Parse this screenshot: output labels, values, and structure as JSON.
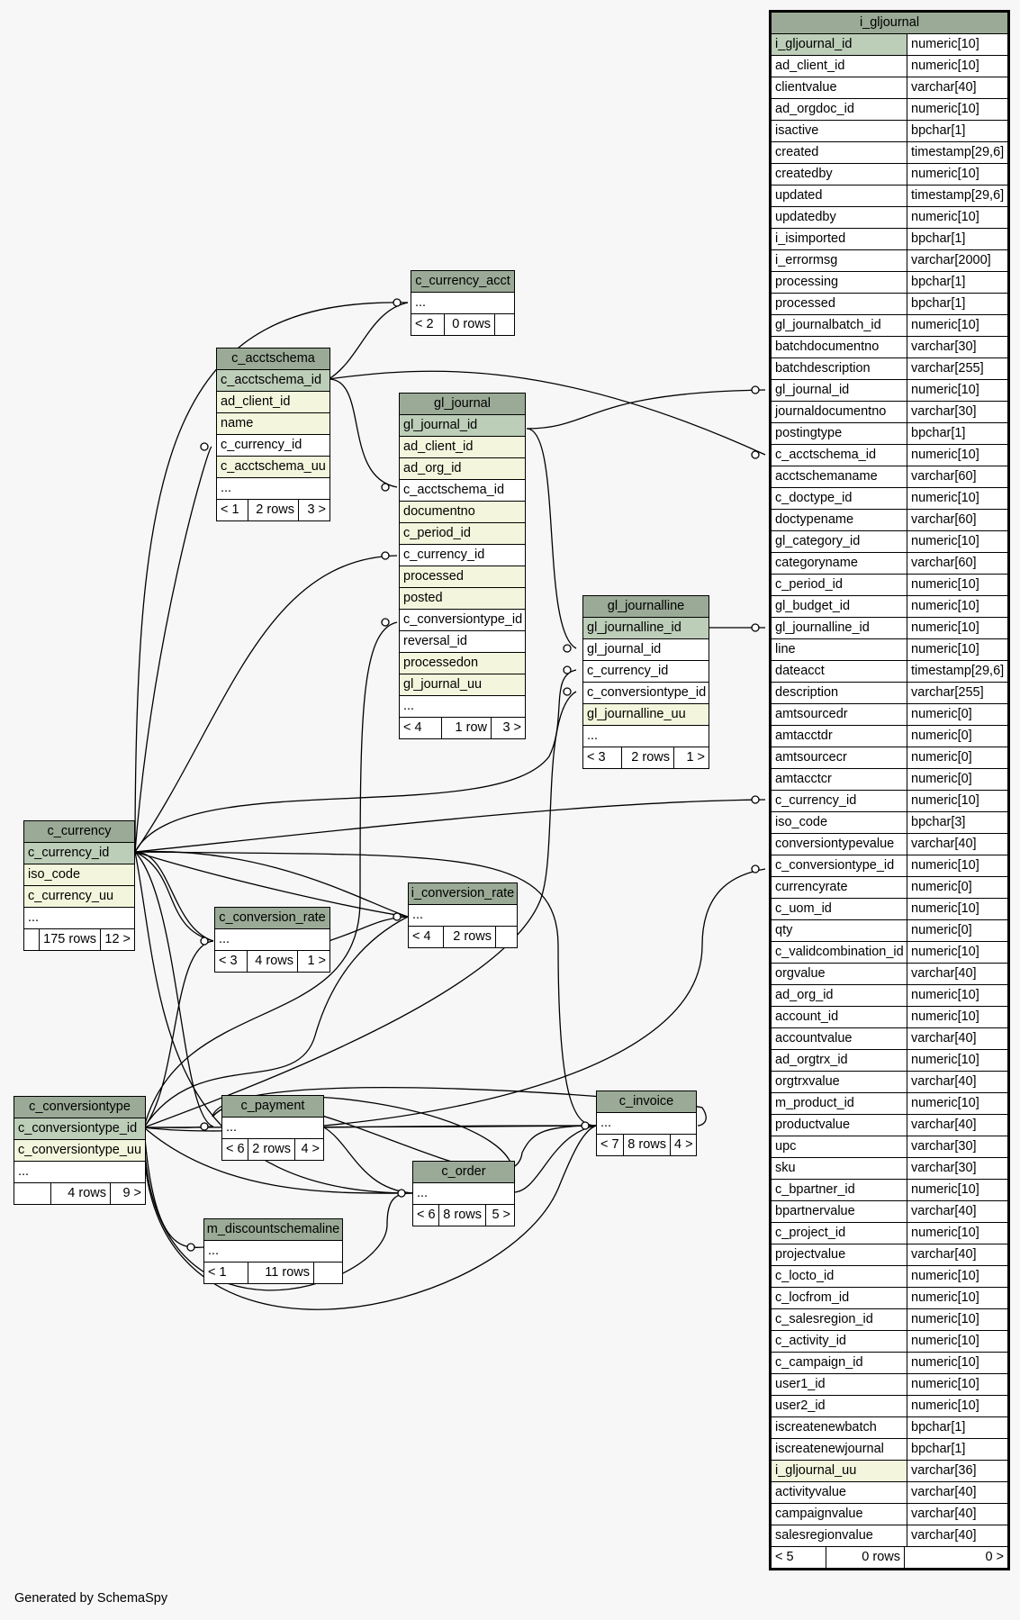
{
  "footer": "Generated by SchemaSpy",
  "colors": {
    "header": "#9aaa96",
    "primary_key": "#bccdb8",
    "indexed": "#f3f6dc",
    "background": "#f7f7f7"
  },
  "tables": {
    "i_gljournal": {
      "name": "i_gljournal",
      "columns": [
        {
          "name": "i_gljournal_id",
          "type": "numeric[10]",
          "kind": "pk"
        },
        {
          "name": "ad_client_id",
          "type": "numeric[10]",
          "kind": "pl"
        },
        {
          "name": "clientvalue",
          "type": "varchar[40]",
          "kind": "pl"
        },
        {
          "name": "ad_orgdoc_id",
          "type": "numeric[10]",
          "kind": "pl"
        },
        {
          "name": "isactive",
          "type": "bpchar[1]",
          "kind": "pl"
        },
        {
          "name": "created",
          "type": "timestamp[29,6]",
          "kind": "pl"
        },
        {
          "name": "createdby",
          "type": "numeric[10]",
          "kind": "pl"
        },
        {
          "name": "updated",
          "type": "timestamp[29,6]",
          "kind": "pl"
        },
        {
          "name": "updatedby",
          "type": "numeric[10]",
          "kind": "pl"
        },
        {
          "name": "i_isimported",
          "type": "bpchar[1]",
          "kind": "pl"
        },
        {
          "name": "i_errormsg",
          "type": "varchar[2000]",
          "kind": "pl"
        },
        {
          "name": "processing",
          "type": "bpchar[1]",
          "kind": "pl"
        },
        {
          "name": "processed",
          "type": "bpchar[1]",
          "kind": "pl"
        },
        {
          "name": "gl_journalbatch_id",
          "type": "numeric[10]",
          "kind": "pl"
        },
        {
          "name": "batchdocumentno",
          "type": "varchar[30]",
          "kind": "pl"
        },
        {
          "name": "batchdescription",
          "type": "varchar[255]",
          "kind": "pl"
        },
        {
          "name": "gl_journal_id",
          "type": "numeric[10]",
          "kind": "fk"
        },
        {
          "name": "journaldocumentno",
          "type": "varchar[30]",
          "kind": "pl"
        },
        {
          "name": "postingtype",
          "type": "bpchar[1]",
          "kind": "pl"
        },
        {
          "name": "c_acctschema_id",
          "type": "numeric[10]",
          "kind": "fk"
        },
        {
          "name": "acctschemaname",
          "type": "varchar[60]",
          "kind": "pl"
        },
        {
          "name": "c_doctype_id",
          "type": "numeric[10]",
          "kind": "pl"
        },
        {
          "name": "doctypename",
          "type": "varchar[60]",
          "kind": "pl"
        },
        {
          "name": "gl_category_id",
          "type": "numeric[10]",
          "kind": "pl"
        },
        {
          "name": "categoryname",
          "type": "varchar[60]",
          "kind": "pl"
        },
        {
          "name": "c_period_id",
          "type": "numeric[10]",
          "kind": "pl"
        },
        {
          "name": "gl_budget_id",
          "type": "numeric[10]",
          "kind": "pl"
        },
        {
          "name": "gl_journalline_id",
          "type": "numeric[10]",
          "kind": "fk"
        },
        {
          "name": "line",
          "type": "numeric[10]",
          "kind": "pl"
        },
        {
          "name": "dateacct",
          "type": "timestamp[29,6]",
          "kind": "pl"
        },
        {
          "name": "description",
          "type": "varchar[255]",
          "kind": "pl"
        },
        {
          "name": "amtsourcedr",
          "type": "numeric[0]",
          "kind": "pl"
        },
        {
          "name": "amtacctdr",
          "type": "numeric[0]",
          "kind": "pl"
        },
        {
          "name": "amtsourcecr",
          "type": "numeric[0]",
          "kind": "pl"
        },
        {
          "name": "amtacctcr",
          "type": "numeric[0]",
          "kind": "pl"
        },
        {
          "name": "c_currency_id",
          "type": "numeric[10]",
          "kind": "fk"
        },
        {
          "name": "iso_code",
          "type": "bpchar[3]",
          "kind": "pl"
        },
        {
          "name": "conversiontypevalue",
          "type": "varchar[40]",
          "kind": "pl"
        },
        {
          "name": "c_conversiontype_id",
          "type": "numeric[10]",
          "kind": "fk"
        },
        {
          "name": "currencyrate",
          "type": "numeric[0]",
          "kind": "pl"
        },
        {
          "name": "c_uom_id",
          "type": "numeric[10]",
          "kind": "pl"
        },
        {
          "name": "qty",
          "type": "numeric[0]",
          "kind": "pl"
        },
        {
          "name": "c_validcombination_id",
          "type": "numeric[10]",
          "kind": "pl"
        },
        {
          "name": "orgvalue",
          "type": "varchar[40]",
          "kind": "pl"
        },
        {
          "name": "ad_org_id",
          "type": "numeric[10]",
          "kind": "pl"
        },
        {
          "name": "account_id",
          "type": "numeric[10]",
          "kind": "pl"
        },
        {
          "name": "accountvalue",
          "type": "varchar[40]",
          "kind": "pl"
        },
        {
          "name": "ad_orgtrx_id",
          "type": "numeric[10]",
          "kind": "pl"
        },
        {
          "name": "orgtrxvalue",
          "type": "varchar[40]",
          "kind": "pl"
        },
        {
          "name": "m_product_id",
          "type": "numeric[10]",
          "kind": "pl"
        },
        {
          "name": "productvalue",
          "type": "varchar[40]",
          "kind": "pl"
        },
        {
          "name": "upc",
          "type": "varchar[30]",
          "kind": "pl"
        },
        {
          "name": "sku",
          "type": "varchar[30]",
          "kind": "pl"
        },
        {
          "name": "c_bpartner_id",
          "type": "numeric[10]",
          "kind": "pl"
        },
        {
          "name": "bpartnervalue",
          "type": "varchar[40]",
          "kind": "pl"
        },
        {
          "name": "c_project_id",
          "type": "numeric[10]",
          "kind": "pl"
        },
        {
          "name": "projectvalue",
          "type": "varchar[40]",
          "kind": "pl"
        },
        {
          "name": "c_locto_id",
          "type": "numeric[10]",
          "kind": "pl"
        },
        {
          "name": "c_locfrom_id",
          "type": "numeric[10]",
          "kind": "pl"
        },
        {
          "name": "c_salesregion_id",
          "type": "numeric[10]",
          "kind": "pl"
        },
        {
          "name": "c_activity_id",
          "type": "numeric[10]",
          "kind": "pl"
        },
        {
          "name": "c_campaign_id",
          "type": "numeric[10]",
          "kind": "pl"
        },
        {
          "name": "user1_id",
          "type": "numeric[10]",
          "kind": "pl"
        },
        {
          "name": "user2_id",
          "type": "numeric[10]",
          "kind": "pl"
        },
        {
          "name": "iscreatenewbatch",
          "type": "bpchar[1]",
          "kind": "pl"
        },
        {
          "name": "iscreatenewjournal",
          "type": "bpchar[1]",
          "kind": "pl"
        },
        {
          "name": "i_gljournal_uu",
          "type": "varchar[36]",
          "kind": "nm"
        },
        {
          "name": "activityvalue",
          "type": "varchar[40]",
          "kind": "pl"
        },
        {
          "name": "campaignvalue",
          "type": "varchar[40]",
          "kind": "pl"
        },
        {
          "name": "salesregionvalue",
          "type": "varchar[40]",
          "kind": "pl"
        }
      ],
      "footer": [
        "< 5",
        "0 rows",
        "0 >"
      ]
    },
    "c_currency_acct": {
      "name": "c_currency_acct",
      "columns": [
        {
          "name": "...",
          "kind": "pl"
        }
      ],
      "footer": [
        "< 2",
        "0 rows",
        ""
      ]
    },
    "c_acctschema": {
      "name": "c_acctschema",
      "columns": [
        {
          "name": "c_acctschema_id",
          "kind": "pk"
        },
        {
          "name": "ad_client_id",
          "kind": "nm"
        },
        {
          "name": "name",
          "kind": "nm"
        },
        {
          "name": "c_currency_id",
          "kind": "fk"
        },
        {
          "name": "c_acctschema_uu",
          "kind": "nm"
        },
        {
          "name": "...",
          "kind": "pl"
        }
      ],
      "footer": [
        "< 1",
        "2 rows",
        "3 >"
      ]
    },
    "gl_journal": {
      "name": "gl_journal",
      "columns": [
        {
          "name": "gl_journal_id",
          "kind": "pk"
        },
        {
          "name": "ad_client_id",
          "kind": "nm"
        },
        {
          "name": "ad_org_id",
          "kind": "nm"
        },
        {
          "name": "c_acctschema_id",
          "kind": "fk"
        },
        {
          "name": "documentno",
          "kind": "nm"
        },
        {
          "name": "c_period_id",
          "kind": "nm"
        },
        {
          "name": "c_currency_id",
          "kind": "fk"
        },
        {
          "name": "processed",
          "kind": "nm"
        },
        {
          "name": "posted",
          "kind": "nm"
        },
        {
          "name": "c_conversiontype_id",
          "kind": "fk"
        },
        {
          "name": "reversal_id",
          "kind": "pl"
        },
        {
          "name": "processedon",
          "kind": "nm"
        },
        {
          "name": "gl_journal_uu",
          "kind": "nm"
        },
        {
          "name": "...",
          "kind": "pl"
        }
      ],
      "footer": [
        "< 4",
        "1 row",
        "3 >"
      ]
    },
    "gl_journalline": {
      "name": "gl_journalline",
      "columns": [
        {
          "name": "gl_journalline_id",
          "kind": "pk"
        },
        {
          "name": "gl_journal_id",
          "kind": "fk"
        },
        {
          "name": "c_currency_id",
          "kind": "fk"
        },
        {
          "name": "c_conversiontype_id",
          "kind": "fk"
        },
        {
          "name": "gl_journalline_uu",
          "kind": "nm"
        },
        {
          "name": "...",
          "kind": "pl"
        }
      ],
      "footer": [
        "< 3",
        "2 rows",
        "1 >"
      ]
    },
    "c_currency": {
      "name": "c_currency",
      "columns": [
        {
          "name": "c_currency_id",
          "kind": "pk"
        },
        {
          "name": "iso_code",
          "kind": "nm"
        },
        {
          "name": "c_currency_uu",
          "kind": "nm"
        },
        {
          "name": "...",
          "kind": "pl"
        }
      ],
      "footer": [
        "",
        "175 rows",
        "12 >"
      ]
    },
    "c_conversion_rate": {
      "name": "c_conversion_rate",
      "columns": [
        {
          "name": "...",
          "kind": "pl"
        }
      ],
      "footer": [
        "< 3",
        "4 rows",
        "1 >"
      ]
    },
    "i_conversion_rate": {
      "name": "i_conversion_rate",
      "columns": [
        {
          "name": "...",
          "kind": "pl"
        }
      ],
      "footer": [
        "< 4",
        "2 rows",
        ""
      ]
    },
    "c_conversiontype": {
      "name": "c_conversiontype",
      "columns": [
        {
          "name": "c_conversiontype_id",
          "kind": "pk"
        },
        {
          "name": "c_conversiontype_uu",
          "kind": "nm"
        },
        {
          "name": "...",
          "kind": "pl"
        }
      ],
      "footer": [
        "",
        "4 rows",
        "9 >"
      ]
    },
    "c_payment": {
      "name": "c_payment",
      "columns": [
        {
          "name": "...",
          "kind": "pl"
        }
      ],
      "footer": [
        "< 6",
        "2 rows",
        "4 >"
      ]
    },
    "c_invoice": {
      "name": "c_invoice",
      "columns": [
        {
          "name": "...",
          "kind": "pl"
        }
      ],
      "footer": [
        "< 7",
        "8 rows",
        "4 >"
      ]
    },
    "c_order": {
      "name": "c_order",
      "columns": [
        {
          "name": "...",
          "kind": "pl"
        }
      ],
      "footer": [
        "< 6",
        "8 rows",
        "5 >"
      ]
    },
    "m_discountschemaline": {
      "name": "m_discountschemaline",
      "columns": [
        {
          "name": "...",
          "kind": "pl"
        }
      ],
      "footer": [
        "< 1",
        "11 rows",
        ""
      ]
    }
  }
}
